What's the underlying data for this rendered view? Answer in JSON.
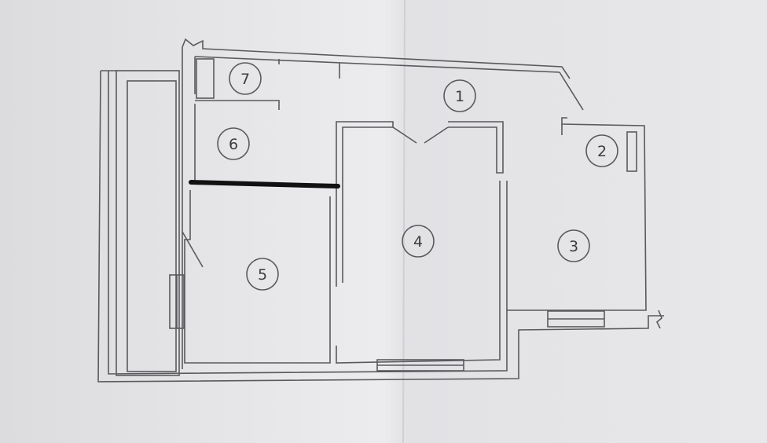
{
  "plan": {
    "rooms": [
      {
        "number": "1"
      },
      {
        "number": "2"
      },
      {
        "number": "3"
      },
      {
        "number": "4"
      },
      {
        "number": "5"
      },
      {
        "number": "6"
      },
      {
        "number": "7"
      }
    ]
  }
}
